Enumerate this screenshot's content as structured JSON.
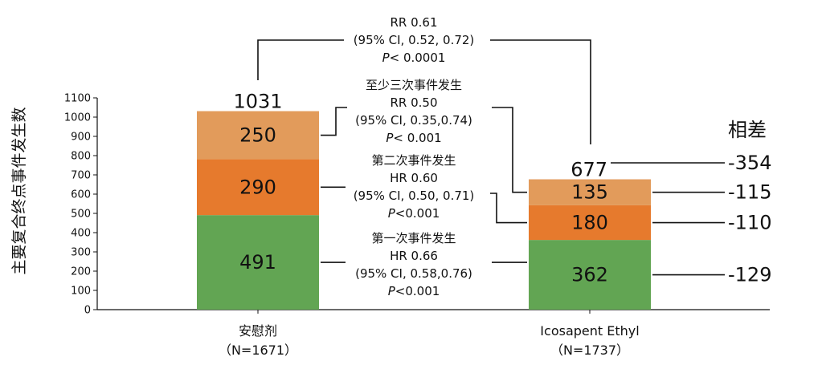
{
  "chart_data": {
    "type": "bar",
    "stacked": true,
    "ylabel": "主要复合终点事件发生数",
    "ylim": [
      0,
      1100
    ],
    "yticks": [
      0,
      100,
      200,
      300,
      400,
      500,
      600,
      700,
      800,
      900,
      1000,
      1100
    ],
    "categories": [
      {
        "name": "安慰剂",
        "sub": "（N=1671）"
      },
      {
        "name": "Icosapent Ethyl",
        "sub": "（N=1737）"
      }
    ],
    "series": [
      {
        "key": "first",
        "color": "#62a553",
        "values": [
          491,
          362
        ]
      },
      {
        "key": "second",
        "color": "#e67a2d",
        "values": [
          290,
          180
        ]
      },
      {
        "key": "third",
        "color": "#e29b5b",
        "values": [
          250,
          135
        ]
      }
    ],
    "totals": [
      "1031",
      "677"
    ],
    "difference_title": "相差",
    "differences": {
      "total": "-354",
      "third": "-115",
      "second": "-110",
      "first": "-129"
    },
    "annotations": {
      "total": {
        "lines": [
          "RR 0.61",
          "(95% CI, 0.52, 0.72)"
        ],
        "p_value": "< 0.0001"
      },
      "third": {
        "lines": [
          "至少三次事件发生",
          "RR 0.50",
          "(95% CI, 0.35,0.74)"
        ],
        "p_value": "< 0.001"
      },
      "second": {
        "lines": [
          "第二次事件发生",
          "HR 0.60",
          "(95% CI, 0.50, 0.71)"
        ],
        "p_value": "<0.001"
      },
      "first": {
        "lines": [
          "第一次事件发生",
          "HR 0.66",
          "(95% CI, 0.58,0.76)"
        ],
        "p_value": "<0.001"
      }
    },
    "p_symbol": "P"
  }
}
